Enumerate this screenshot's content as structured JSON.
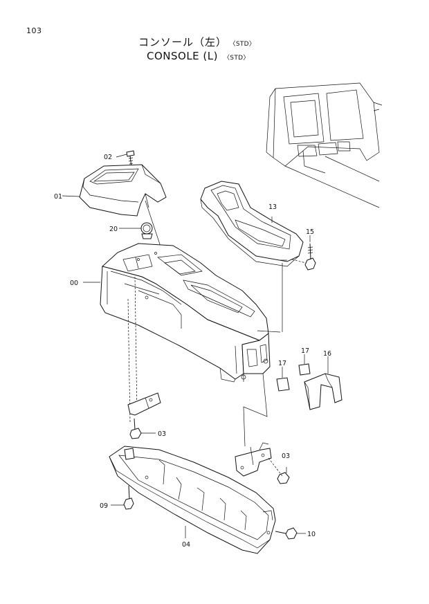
{
  "page_number": "103",
  "title": {
    "japanese": "コンソール（左）",
    "english": "CONSOLE (L)",
    "variant_jp": "〈STD〉",
    "variant_en": "〈STD〉"
  },
  "parts": {
    "p01": "01",
    "p02": "02",
    "p20": "20",
    "p00": "00",
    "p13": "13",
    "p15": "15",
    "p17a": "17",
    "p17b": "17",
    "p16": "16",
    "p03a": "03",
    "p03b": "03",
    "p09": "09",
    "p04": "04",
    "p10": "10"
  }
}
